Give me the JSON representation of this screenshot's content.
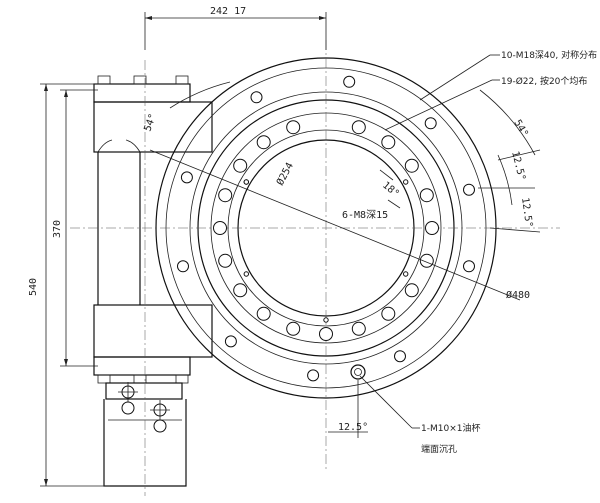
{
  "dimensions": {
    "top_width": "242 17",
    "height_overall": "540",
    "height_housing": "370",
    "angle_left": "54°",
    "angle_right": "54°",
    "dia_254": "Ø254",
    "angle_18": "18°",
    "angle_125_a": "12.5°",
    "angle_125_b": "12.5°",
    "angle_125_bottom": "12.5°",
    "dia_480": "Ø480"
  },
  "callouts": {
    "m18": "10-M18深40, 对称分布",
    "d22": "19-Ø22, 按20个均布",
    "m8": "6-M8深15",
    "m10_line1": "1-M10×1油杯",
    "m10_line2": "端面沉孔"
  },
  "colors": {
    "line": "#111111",
    "background": "#ffffff"
  }
}
